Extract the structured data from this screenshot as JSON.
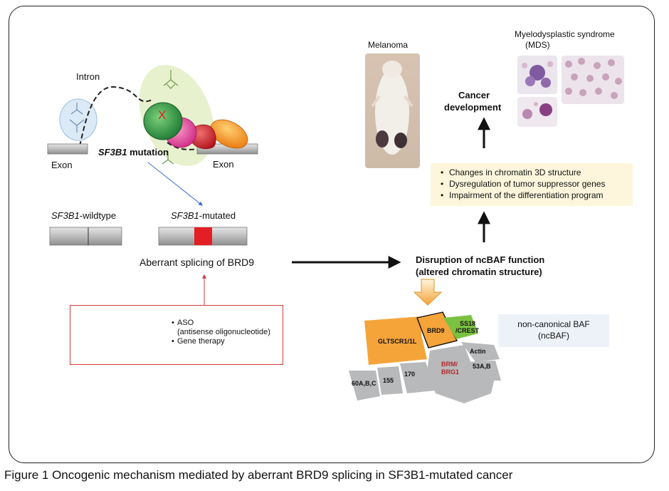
{
  "labels": {
    "intron": "Intron",
    "exon_left": "Exon",
    "exon_right": "Exon",
    "mutation_gene": "SF3B1",
    "mutation_word": " mutation",
    "x_mark": "X",
    "wildtype_gene": "SF3B1",
    "wildtype_suffix": "-wildtype",
    "mutated_gene": "SF3B1",
    "mutated_suffix": "-mutated",
    "aberrant_splicing": "Aberrant splicing of BRD9",
    "melanoma": "Melanoma",
    "mds_line1": "Myelodysplastic syndrome",
    "mds_line2": "(MDS)",
    "cancer_line1": "Cancer",
    "cancer_line2": "development",
    "disruption_line1": "Disruption of ncBAF function",
    "disruption_line2": "(altered chromatin structure)"
  },
  "effects": [
    "Changes in chromatin 3D structure",
    "Dysregulation of tumor suppressor genes",
    "Impairment of the differentiation program"
  ],
  "therapies": [
    "ASO",
    "(antisense oligonucleotide)",
    "Gene therapy"
  ],
  "ncbaf": {
    "legend_line1": "non-canonical BAF",
    "legend_line2": "(ncBAF)",
    "subunits": {
      "gltscr": "GLTSCR1/1L",
      "brd9": "BRD9",
      "ss18_line1": "SS18",
      "ss18_line2": "/CREST",
      "actin": "Actin",
      "brm_line1": "BRM/",
      "brm_line2": "BRG1",
      "s53": "53A,B",
      "s60": "60A,B,C",
      "s155": "155",
      "s170": "170"
    }
  },
  "caption": "Figure 1 Oncogenic mechanism mediated by aberrant BRD9 splicing in SF3B1-mutated cancer",
  "colors": {
    "orange": "#f5a43a",
    "green": "#7cc242",
    "gray": "#b8b9bb",
    "red_mark": "#e31e24",
    "brm_text": "#b5272d",
    "therapy_border": "#d03c3c",
    "arrow_blue": "#3b6fc9"
  }
}
